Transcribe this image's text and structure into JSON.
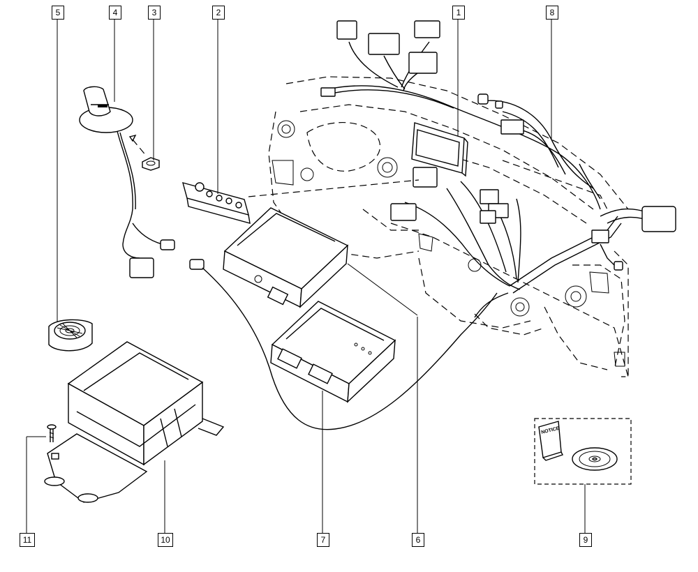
{
  "callouts": {
    "c1": "1",
    "c2": "2",
    "c3": "3",
    "c4": "4",
    "c5": "5",
    "c6": "6",
    "c7": "7",
    "c8": "8",
    "c9": "9",
    "c10": "10",
    "c11": "11"
  },
  "booklet_text": "NOTICE"
}
